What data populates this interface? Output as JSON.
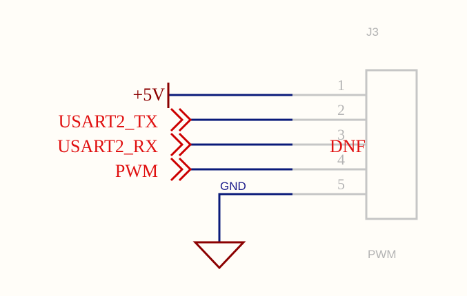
{
  "component": {
    "designator": "J3",
    "value": "PWM",
    "dnf_label": "DNF",
    "pin_numbers": [
      "1",
      "2",
      "3",
      "4",
      "5"
    ]
  },
  "nets": {
    "power": "+5V",
    "tx": "USART2_TX",
    "rx": "USART2_RX",
    "pwm": "PWM",
    "ground": "GND"
  },
  "colors": {
    "background": "#fffdf8",
    "wire": "#0a1a7a",
    "net_label": "#e01010",
    "port_symbol": "#cc0000",
    "power_symbol": "#8b0000",
    "component_body": "#c6c6c6",
    "pin_line": "#c6c6c6",
    "pin_text": "#b4b4b4",
    "ground_text": "#1a1a8a"
  }
}
